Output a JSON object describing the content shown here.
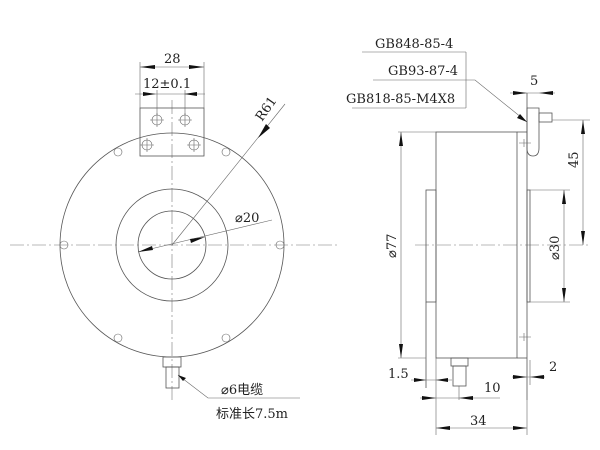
{
  "front_view": {
    "dim_width": "28",
    "dim_hole_spacing": "12±0.1",
    "dim_radius": "R61",
    "dim_bore": "⌀20",
    "cable_label": "⌀6电缆",
    "cable_length": "标准长7.5m"
  },
  "side_view": {
    "part_washer": "GB848-85-4",
    "part_spring_washer": "GB93-87-4",
    "part_screw": "GB818-85-M4X8",
    "dim_bracket": "5",
    "dim_height": "45",
    "dim_outer_diameter": "⌀77",
    "dim_boss_diameter": "⌀30",
    "dim_flange": "1.5",
    "dim_cable_offset": "10",
    "dim_plate": "2",
    "dim_depth": "34"
  }
}
